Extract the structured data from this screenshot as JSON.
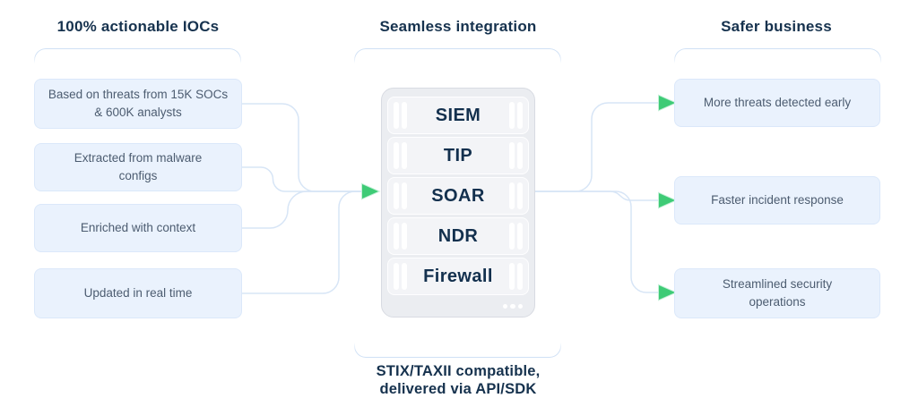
{
  "diagram": {
    "left": {
      "title": "100% actionable IOCs",
      "items": [
        "Based on threats from 15K SOCs & 600K analysts",
        "Extracted from malware configs",
        "Enriched with context",
        "Updated in real time"
      ]
    },
    "center": {
      "title": "Seamless integration",
      "server_rows": [
        "SIEM",
        "TIP",
        "SOAR",
        "NDR",
        "Firewall"
      ],
      "caption_lines": [
        "STIX/TAXII compatible,",
        "delivered via API/SDK"
      ]
    },
    "right": {
      "title": "Safer business",
      "items": [
        "More threats detected early",
        "Faster incident response",
        "Streamlined security operations"
      ]
    }
  },
  "icons": {
    "flow_arrows": "green right-pointing triangles",
    "server_dots": "three white status dots"
  },
  "colors": {
    "heading_navy": "#16324E",
    "card_fill": "#EAF2FD",
    "card_border": "#DBE8FA",
    "card_text": "#4C5C70",
    "connector_blue": "#D7E5F6",
    "bracket_blue": "#CFE0F5",
    "arrow_green": "#3ECB76",
    "server_fill": "#EBEDF1",
    "server_border": "#D8DBE2",
    "server_row_fill": "#F3F4F7",
    "server_label": "#13304E"
  }
}
